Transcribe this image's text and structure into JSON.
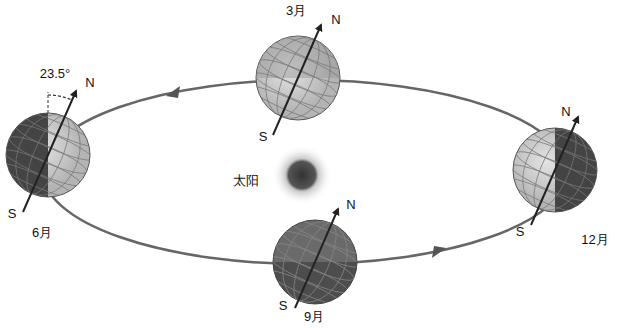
{
  "diagram": {
    "labels": [
      "3月",
      "N",
      "S",
      "23.5°",
      "N",
      "S",
      "6月",
      "太阳",
      "N",
      "S",
      "9月",
      "N",
      "S",
      "12月"
    ]
  }
}
